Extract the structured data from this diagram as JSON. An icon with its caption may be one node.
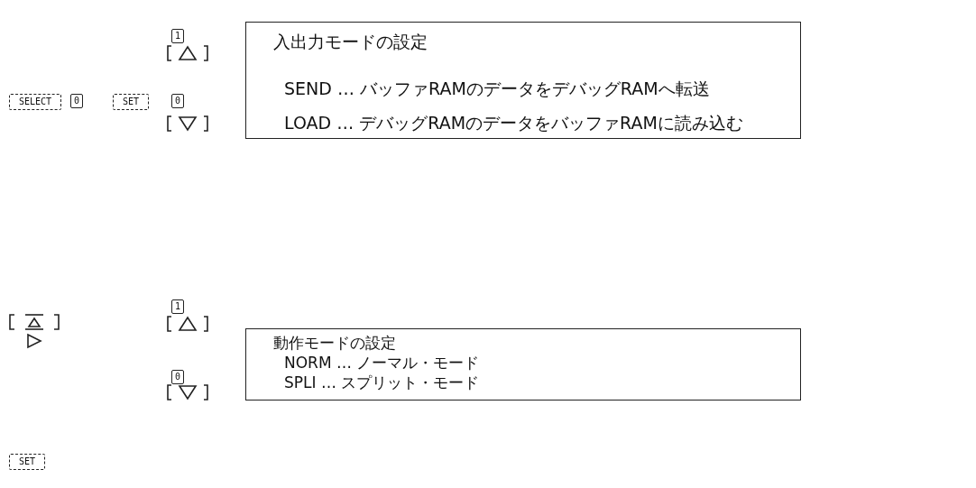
{
  "diagram": {
    "nodes": [
      {
        "text": [
          "入出力モードの設定",
          "SEND … バッファRAMのデータをデバッグRAMへ転送",
          "LOAD … デバッグRAMのデータをバッファRAMに読み込む"
        ]
      },
      {
        "text": [
          "動作モードの設定",
          "NORM … ノーマル・モード",
          "SPLI … スプリット・モード"
        ]
      }
    ],
    "edges": [],
    "labels": [
      "1",
      "SELECT",
      "0",
      "SET",
      "0",
      "1",
      "0",
      "SET"
    ]
  }
}
